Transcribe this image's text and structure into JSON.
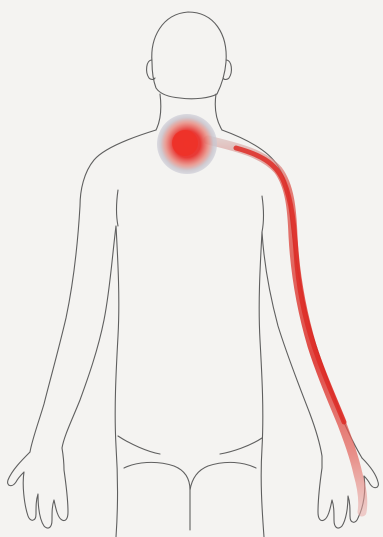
{
  "figure": {
    "subject": "back-view-human-body",
    "pain_focus": "neck-base",
    "radiation_path": "left-shoulder-arm-to-hand",
    "colors": {
      "background": "#f4f3f1",
      "outline": "#5f5f5f",
      "pain_core": "#e8302c",
      "pain_halo": "#c8c8d4",
      "radiation": "#dd2c26"
    }
  }
}
